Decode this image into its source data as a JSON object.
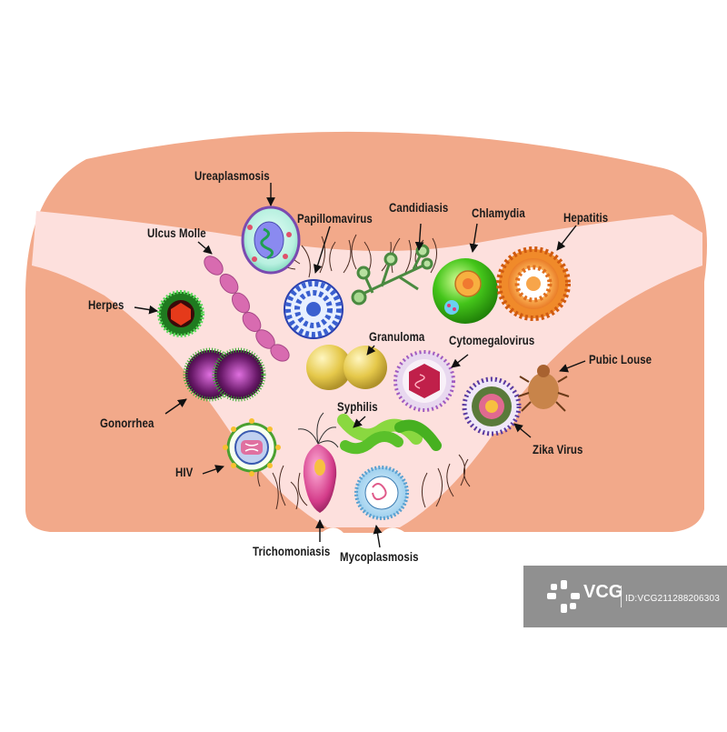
{
  "labels": {
    "ureaplasmosis": "Ureaplasmosis",
    "ulcus_molle": "Ulcus Molle",
    "papillomavirus": "Papillomavirus",
    "candidiasis": "Candidiasis",
    "chlamydia": "Chlamydia",
    "hepatitis": "Hepatitis",
    "herpes": "Herpes",
    "granuloma": "Granuloma",
    "cytomegalovirus": "Cytomegalovirus",
    "pubic_louse": "Pubic Louse",
    "gonorrhea": "Gonorrhea",
    "syphilis": "Syphilis",
    "zika_virus": "Zika Virus",
    "hiv": "HIV",
    "trichomoniasis": "Trichomoniasis",
    "mycoplasmosis": "Mycoplasmosis"
  },
  "watermark": {
    "brand": "VCG",
    "id": "ID:VCG211288206303"
  },
  "colors": {
    "skin": "#f2a98a",
    "skin_light": "#fde0dd",
    "background": "#ffffff",
    "label_text": "#1a1a1a",
    "watermark_bg": "#848484"
  }
}
